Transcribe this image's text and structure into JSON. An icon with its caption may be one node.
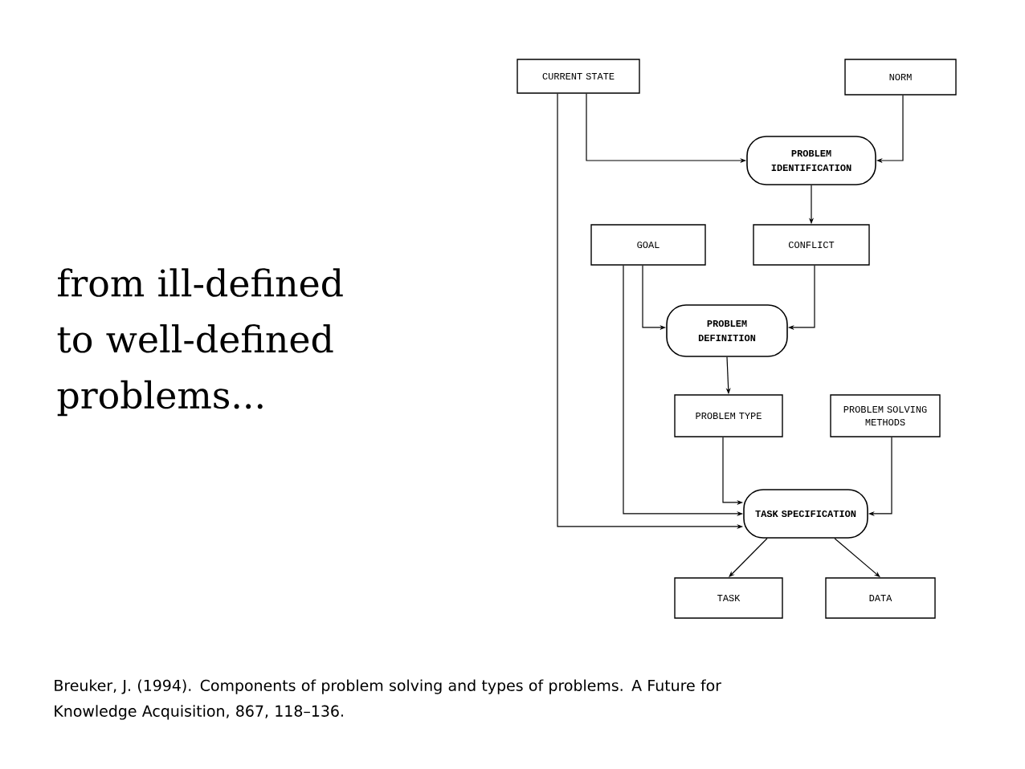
{
  "diagram": {
    "title": "from ill-defined to well-defined problems...",
    "caption": "Breuker, J. (1994). Components of problem solving and types of problems. A Future for Knowledge Acquisition, 867, 118–136.",
    "nodes": [
      {
        "text": [
          "CURRENT STATE"
        ]
      },
      {
        "text": [
          "NORM"
        ]
      },
      {
        "text": [
          "PROBLEM IDENTIFICATION"
        ]
      },
      {
        "text": [
          "GOAL"
        ]
      },
      {
        "text": [
          "CONFLICT"
        ]
      },
      {
        "text": [
          "PROBLEM DEFINITION"
        ]
      },
      {
        "text": [
          "PROBLEM TYPE"
        ]
      },
      {
        "text": [
          "PROBLEM SOLVING METHODS"
        ]
      },
      {
        "text": [
          "TASK SPECIFICATION"
        ]
      },
      {
        "text": [
          "TASK"
        ]
      },
      {
        "text": [
          "DATA"
        ]
      }
    ],
    "edges": [
      {
        "from": 0,
        "to": 2,
        "arrow": "to"
      },
      {
        "from": 1,
        "to": 2,
        "arrow": "to"
      },
      {
        "from": 2,
        "to": 4,
        "arrow": "to"
      },
      {
        "from": 3,
        "to": 5,
        "arrow": "to"
      },
      {
        "from": 4,
        "to": 5,
        "arrow": "to"
      },
      {
        "from": 5,
        "to": 6,
        "arrow": "to"
      },
      {
        "from": 6,
        "to": 8,
        "arrow": "to"
      },
      {
        "from": 7,
        "to": 8,
        "arrow": "to"
      },
      {
        "from": 3,
        "to": 8,
        "arrow": "to"
      },
      {
        "from": 0,
        "to": 8,
        "arrow": "to"
      },
      {
        "from": 8,
        "to": 9,
        "arrow": "to"
      },
      {
        "from": 8,
        "to": 10,
        "arrow": "to"
      }
    ]
  }
}
